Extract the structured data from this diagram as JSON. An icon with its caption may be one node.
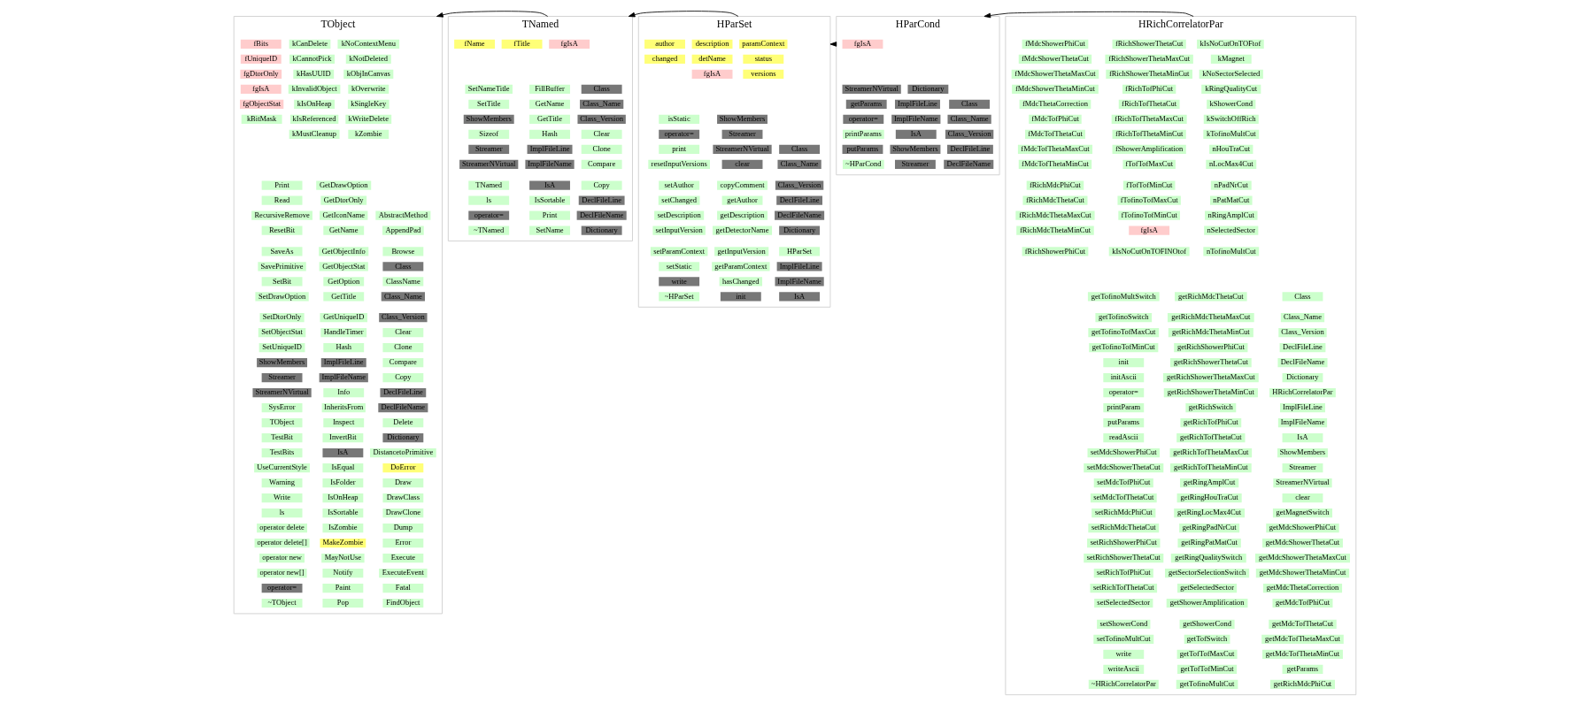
{
  "diagram": {
    "nodes": [
      {
        "text": [
          "TObject"
        ]
      },
      {
        "text": [
          "kNoContextMenu"
        ],
        "in": 0
      },
      {
        "text": [
          "kNotDeleted"
        ],
        "in": 0
      },
      {
        "text": [
          "kObjInCanvas"
        ],
        "in": 0
      },
      {
        "text": [
          "kOverwrite"
        ],
        "in": 0
      },
      {
        "text": [
          "kSingleKey"
        ],
        "in": 0
      },
      {
        "text": [
          "kWriteDelete"
        ],
        "in": 0
      },
      {
        "text": [
          "kZombie"
        ],
        "in": 0
      },
      {
        "text": [
          "kCanDelete"
        ],
        "in": 0
      },
      {
        "text": [
          "kCannotPick"
        ],
        "in": 0
      },
      {
        "text": [
          "kHasUUID"
        ],
        "in": 0
      },
      {
        "text": [
          "kInvalidObject"
        ],
        "in": 0
      },
      {
        "text": [
          "kIsOnHeap"
        ],
        "in": 0
      },
      {
        "text": [
          "kIsReferenced"
        ],
        "in": 0
      },
      {
        "text": [
          "kMustCleanup"
        ],
        "in": 0
      },
      {
        "text": [
          "fBits"
        ],
        "in": 0
      },
      {
        "text": [
          "fUniqueID"
        ],
        "in": 0
      },
      {
        "text": [
          "fgDtorOnly"
        ],
        "in": 0
      },
      {
        "text": [
          "fgIsA"
        ],
        "in": 0
      },
      {
        "text": [
          "fgObjectStat"
        ],
        "in": 0
      },
      {
        "text": [
          "kBitMask"
        ],
        "in": 0
      },
      {
        "text": [
          "Print"
        ],
        "in": 0
      },
      {
        "text": [
          "Read"
        ],
        "in": 0
      },
      {
        "text": [
          "RecursiveRemove"
        ],
        "in": 0
      },
      {
        "text": [
          "ResetBit"
        ],
        "in": 0
      },
      {
        "text": [
          "SaveAs"
        ],
        "in": 0
      },
      {
        "text": [
          "SavePrimitive"
        ],
        "in": 0
      },
      {
        "text": [
          "SetBit"
        ],
        "in": 0
      },
      {
        "text": [
          "SetDrawOption"
        ],
        "in": 0
      },
      {
        "text": [
          "SetDtorOnly"
        ],
        "in": 0
      },
      {
        "text": [
          "SetObjectStat"
        ],
        "in": 0
      },
      {
        "text": [
          "SetUniqueID"
        ],
        "in": 0
      },
      {
        "text": [
          "ShowMembers"
        ],
        "in": 0
      },
      {
        "text": [
          "Streamer"
        ],
        "in": 0
      },
      {
        "text": [
          "StreamerNVirtual"
        ],
        "in": 0
      },
      {
        "text": [
          "SysError"
        ],
        "in": 0
      },
      {
        "text": [
          "TObject"
        ],
        "in": 0
      },
      {
        "text": [
          "TestBit"
        ],
        "in": 0
      },
      {
        "text": [
          "TestBits"
        ],
        "in": 0
      },
      {
        "text": [
          "UseCurrentStyle"
        ],
        "in": 0
      },
      {
        "text": [
          "Warning"
        ],
        "in": 0
      },
      {
        "text": [
          "Write"
        ],
        "in": 0
      },
      {
        "text": [
          "ls"
        ],
        "in": 0
      },
      {
        "text": [
          "operator delete"
        ],
        "in": 0
      },
      {
        "text": [
          "operator delete[]"
        ],
        "in": 0
      },
      {
        "text": [
          "operator new"
        ],
        "in": 0
      },
      {
        "text": [
          "operator new[]"
        ],
        "in": 0
      },
      {
        "text": [
          "operator="
        ],
        "in": 0
      },
      {
        "text": [
          "~TObject"
        ],
        "in": 0
      },
      {
        "text": [
          "GetDrawOption"
        ],
        "in": 0
      },
      {
        "text": [
          "GetDtorOnly"
        ],
        "in": 0
      },
      {
        "text": [
          "GetIconName"
        ],
        "in": 0
      },
      {
        "text": [
          "GetName"
        ],
        "in": 0
      },
      {
        "text": [
          "GetObjectInfo"
        ],
        "in": 0
      },
      {
        "text": [
          "GetObjectStat"
        ],
        "in": 0
      },
      {
        "text": [
          "GetOption"
        ],
        "in": 0
      },
      {
        "text": [
          "GetTitle"
        ],
        "in": 0
      },
      {
        "text": [
          "GetUniqueID"
        ],
        "in": 0
      },
      {
        "text": [
          "HandleTimer"
        ],
        "in": 0
      },
      {
        "text": [
          "Hash"
        ],
        "in": 0
      },
      {
        "text": [
          "ImplFileLine"
        ],
        "in": 0
      },
      {
        "text": [
          "ImplFileName"
        ],
        "in": 0
      },
      {
        "text": [
          "Info"
        ],
        "in": 0
      },
      {
        "text": [
          "InheritsFrom"
        ],
        "in": 0
      },
      {
        "text": [
          "Inspect"
        ],
        "in": 0
      },
      {
        "text": [
          "InvertBit"
        ],
        "in": 0
      },
      {
        "text": [
          "IsA"
        ],
        "in": 0
      },
      {
        "text": [
          "IsEqual"
        ],
        "in": 0
      },
      {
        "text": [
          "IsFolder"
        ],
        "in": 0
      },
      {
        "text": [
          "IsOnHeap"
        ],
        "in": 0
      },
      {
        "text": [
          "IsSortable"
        ],
        "in": 0
      },
      {
        "text": [
          "IsZombie"
        ],
        "in": 0
      },
      {
        "text": [
          "MakeZombie"
        ],
        "in": 0
      },
      {
        "text": [
          "MayNotUse"
        ],
        "in": 0
      },
      {
        "text": [
          "Notify"
        ],
        "in": 0
      },
      {
        "text": [
          "Paint"
        ],
        "in": 0
      },
      {
        "text": [
          "Pop"
        ],
        "in": 0
      },
      {
        "text": [
          "AbstractMethod"
        ],
        "in": 0
      },
      {
        "text": [
          "AppendPad"
        ],
        "in": 0
      },
      {
        "text": [
          "Browse"
        ],
        "in": 0
      },
      {
        "text": [
          "Class"
        ],
        "in": 0
      },
      {
        "text": [
          "ClassName"
        ],
        "in": 0
      },
      {
        "text": [
          "Class_Name"
        ],
        "in": 0
      },
      {
        "text": [
          "Class_Version"
        ],
        "in": 0
      },
      {
        "text": [
          "Clear"
        ],
        "in": 0
      },
      {
        "text": [
          "Clone"
        ],
        "in": 0
      },
      {
        "text": [
          "Compare"
        ],
        "in": 0
      },
      {
        "text": [
          "Copy"
        ],
        "in": 0
      },
      {
        "text": [
          "DeclFileLine"
        ],
        "in": 0
      },
      {
        "text": [
          "DeclFileName"
        ],
        "in": 0
      },
      {
        "text": [
          "Delete"
        ],
        "in": 0
      },
      {
        "text": [
          "Dictionary"
        ],
        "in": 0
      },
      {
        "text": [
          "DistancetoPrimitive"
        ],
        "in": 0
      },
      {
        "text": [
          "DoError"
        ],
        "in": 0
      },
      {
        "text": [
          "Draw"
        ],
        "in": 0
      },
      {
        "text": [
          "DrawClass"
        ],
        "in": 0
      },
      {
        "text": [
          "DrawClone"
        ],
        "in": 0
      },
      {
        "text": [
          "Dump"
        ],
        "in": 0
      },
      {
        "text": [
          "Error"
        ],
        "in": 0
      },
      {
        "text": [
          "Execute"
        ],
        "in": 0
      },
      {
        "text": [
          "ExecuteEvent"
        ],
        "in": 0
      },
      {
        "text": [
          "Fatal"
        ],
        "in": 0
      },
      {
        "text": [
          "FindObject"
        ],
        "in": 0
      },
      {
        "text": [
          "TNamed"
        ]
      },
      {
        "text": [
          "fgIsA"
        ],
        "in": 103
      },
      {
        "text": [
          "fTitle"
        ],
        "in": 103
      },
      {
        "text": [
          "fName"
        ],
        "in": 103
      },
      {
        "text": [
          "SetNameTitle"
        ],
        "in": 103
      },
      {
        "text": [
          "SetTitle"
        ],
        "in": 103
      },
      {
        "text": [
          "ShowMembers"
        ],
        "in": 103
      },
      {
        "text": [
          "Sizeof"
        ],
        "in": 103
      },
      {
        "text": [
          "Streamer"
        ],
        "in": 103
      },
      {
        "text": [
          "StreamerNVirtual"
        ],
        "in": 103
      },
      {
        "text": [
          "TNamed"
        ],
        "in": 103
      },
      {
        "text": [
          "ls"
        ],
        "in": 103
      },
      {
        "text": [
          "operator="
        ],
        "in": 103
      },
      {
        "text": [
          "~TNamed"
        ],
        "in": 103
      },
      {
        "text": [
          "FillBuffer"
        ],
        "in": 103
      },
      {
        "text": [
          "GetName"
        ],
        "in": 103
      },
      {
        "text": [
          "GetTitle"
        ],
        "in": 103
      },
      {
        "text": [
          "Hash"
        ],
        "in": 103
      },
      {
        "text": [
          "ImplFileLine"
        ],
        "in": 103
      },
      {
        "text": [
          "ImplFileName"
        ],
        "in": 103
      },
      {
        "text": [
          "IsA"
        ],
        "in": 103
      },
      {
        "text": [
          "IsSortable"
        ],
        "in": 103
      },
      {
        "text": [
          "Print"
        ],
        "in": 103
      },
      {
        "text": [
          "SetName"
        ],
        "in": 103
      },
      {
        "text": [
          "Class"
        ],
        "in": 103
      },
      {
        "text": [
          "Class_Name"
        ],
        "in": 103
      },
      {
        "text": [
          "Class_Version"
        ],
        "in": 103
      },
      {
        "text": [
          "Clear"
        ],
        "in": 103
      },
      {
        "text": [
          "Clone"
        ],
        "in": 103
      },
      {
        "text": [
          "Compare"
        ],
        "in": 103
      },
      {
        "text": [
          "Copy"
        ],
        "in": 103
      },
      {
        "text": [
          "DeclFileLine"
        ],
        "in": 103
      },
      {
        "text": [
          "DeclFileName"
        ],
        "in": 103
      },
      {
        "text": [
          "Dictionary"
        ],
        "in": 103
      },
      {
        "text": [
          "HParSet"
        ]
      },
      {
        "text": [
          "paramContext"
        ],
        "in": 137
      },
      {
        "text": [
          "status"
        ],
        "in": 137
      },
      {
        "text": [
          "versions"
        ],
        "in": 137
      },
      {
        "text": [
          "description"
        ],
        "in": 137
      },
      {
        "text": [
          "detName"
        ],
        "in": 137
      },
      {
        "text": [
          "fgIsA"
        ],
        "in": 137
      },
      {
        "text": [
          "author"
        ],
        "in": 137
      },
      {
        "text": [
          "changed"
        ],
        "in": 137
      },
      {
        "text": [
          "isStatic"
        ],
        "in": 137
      },
      {
        "text": [
          "operator="
        ],
        "in": 137
      },
      {
        "text": [
          "print"
        ],
        "in": 137
      },
      {
        "text": [
          "resetInputVersions"
        ],
        "in": 137
      },
      {
        "text": [
          "setAuthor"
        ],
        "in": 137
      },
      {
        "text": [
          "setChanged"
        ],
        "in": 137
      },
      {
        "text": [
          "setDescription"
        ],
        "in": 137
      },
      {
        "text": [
          "setInputVersion"
        ],
        "in": 137
      },
      {
        "text": [
          "setParamContext"
        ],
        "in": 137
      },
      {
        "text": [
          "setStatic"
        ],
        "in": 137
      },
      {
        "text": [
          "write"
        ],
        "in": 137
      },
      {
        "text": [
          "~HParSet"
        ],
        "in": 137
      },
      {
        "text": [
          "ShowMembers"
        ],
        "in": 137
      },
      {
        "text": [
          "Streamer"
        ],
        "in": 137
      },
      {
        "text": [
          "StreamerNVirtual"
        ],
        "in": 137
      },
      {
        "text": [
          "clear"
        ],
        "in": 137
      },
      {
        "text": [
          "copyComment"
        ],
        "in": 137
      },
      {
        "text": [
          "getAuthor"
        ],
        "in": 137
      },
      {
        "text": [
          "getDescription"
        ],
        "in": 137
      },
      {
        "text": [
          "getDetectorName"
        ],
        "in": 137
      },
      {
        "text": [
          "getInputVersion"
        ],
        "in": 137
      },
      {
        "text": [
          "getParamContext"
        ],
        "in": 137
      },
      {
        "text": [
          "hasChanged"
        ],
        "in": 137
      },
      {
        "text": [
          "init"
        ],
        "in": 137
      },
      {
        "text": [
          "Class"
        ],
        "in": 137
      },
      {
        "text": [
          "Class_Name"
        ],
        "in": 137
      },
      {
        "text": [
          "Class_Version"
        ],
        "in": 137
      },
      {
        "text": [
          "DeclFileLine"
        ],
        "in": 137
      },
      {
        "text": [
          "DeclFileName"
        ],
        "in": 137
      },
      {
        "text": [
          "Dictionary"
        ],
        "in": 137
      },
      {
        "text": [
          "HParSet"
        ],
        "in": 137
      },
      {
        "text": [
          "ImplFileLine"
        ],
        "in": 137
      },
      {
        "text": [
          "ImplFileName"
        ],
        "in": 137
      },
      {
        "text": [
          "IsA"
        ],
        "in": 137
      },
      {
        "text": [
          "HParCond"
        ]
      },
      {
        "text": [
          "fgIsA"
        ],
        "in": 180
      },
      {
        "text": [
          "StreamerNVirtual"
        ],
        "in": 180
      },
      {
        "text": [
          "getParams"
        ],
        "in": 180
      },
      {
        "text": [
          "operator="
        ],
        "in": 180
      },
      {
        "text": [
          "printParams"
        ],
        "in": 180
      },
      {
        "text": [
          "putParams"
        ],
        "in": 180
      },
      {
        "text": [
          "~HParCond"
        ],
        "in": 180
      },
      {
        "text": [
          "Dictionary"
        ],
        "in": 180
      },
      {
        "text": [
          "ImplFileLine"
        ],
        "in": 180
      },
      {
        "text": [
          "ImplFileName"
        ],
        "in": 180
      },
      {
        "text": [
          "IsA"
        ],
        "in": 180
      },
      {
        "text": [
          "ShowMembers"
        ],
        "in": 180
      },
      {
        "text": [
          "Streamer"
        ],
        "in": 180
      },
      {
        "text": [
          "Class"
        ],
        "in": 180
      },
      {
        "text": [
          "Class_Name"
        ],
        "in": 180
      },
      {
        "text": [
          "Class_Version"
        ],
        "in": 180
      },
      {
        "text": [
          "DeclFileLine"
        ],
        "in": 180
      },
      {
        "text": [
          "DeclFileName"
        ],
        "in": 180
      },
      {
        "text": [
          "HRichCorrelatorPar"
        ]
      },
      {
        "text": [
          "kIsNoCutOnTOFtof"
        ],
        "in": 199
      },
      {
        "text": [
          "kMagnet"
        ],
        "in": 199
      },
      {
        "text": [
          "kNoSectorSelected"
        ],
        "in": 199
      },
      {
        "text": [
          "kRingQualityCut"
        ],
        "in": 199
      },
      {
        "text": [
          "kShowerCond"
        ],
        "in": 199
      },
      {
        "text": [
          "kSwitchOffRich"
        ],
        "in": 199
      },
      {
        "text": [
          "kTofinoMultCut"
        ],
        "in": 199
      },
      {
        "text": [
          "nHouTraCut"
        ],
        "in": 199
      },
      {
        "text": [
          "nLocMax4Cut"
        ],
        "in": 199
      },
      {
        "text": [
          "nPadNrCut"
        ],
        "in": 199
      },
      {
        "text": [
          "nPatMatCut"
        ],
        "in": 199
      },
      {
        "text": [
          "nRingAmplCut"
        ],
        "in": 199
      },
      {
        "text": [
          "nSelectedSector"
        ],
        "in": 199
      },
      {
        "text": [
          "nTofinoMultCut"
        ],
        "in": 199
      },
      {
        "text": [
          "fRichShowerThetaCut"
        ],
        "in": 199
      },
      {
        "text": [
          "fRichShowerThetaMaxCut"
        ],
        "in": 199
      },
      {
        "text": [
          "fRichShowerThetaMinCut"
        ],
        "in": 199
      },
      {
        "text": [
          "fRichTofPhiCut"
        ],
        "in": 199
      },
      {
        "text": [
          "fRichTofThetaCut"
        ],
        "in": 199
      },
      {
        "text": [
          "fRichTofThetaMaxCut"
        ],
        "in": 199
      },
      {
        "text": [
          "fRichTofThetaMinCut"
        ],
        "in": 199
      },
      {
        "text": [
          "fShowerAmplification"
        ],
        "in": 199
      },
      {
        "text": [
          "fTofTofMaxCut"
        ],
        "in": 199
      },
      {
        "text": [
          "fTofTofMinCut"
        ],
        "in": 199
      },
      {
        "text": [
          "fTofinoTofMaxCut"
        ],
        "in": 199
      },
      {
        "text": [
          "fTofinoTofMinCut"
        ],
        "in": 199
      },
      {
        "text": [
          "fgIsA"
        ],
        "in": 199
      },
      {
        "text": [
          "kIsNoCutOnTOFINOtof"
        ],
        "in": 199
      },
      {
        "text": [
          "fMdcShowerPhiCut"
        ],
        "in": 199
      },
      {
        "text": [
          "fMdcShowerThetaCut"
        ],
        "in": 199
      },
      {
        "text": [
          "fMdcShowerThetaMaxCut"
        ],
        "in": 199
      },
      {
        "text": [
          "fMdcShowerThetaMinCut"
        ],
        "in": 199
      },
      {
        "text": [
          "fMdcThetaCorrection"
        ],
        "in": 199
      },
      {
        "text": [
          "fMdcTofPhiCut"
        ],
        "in": 199
      },
      {
        "text": [
          "fMdcTofThetaCut"
        ],
        "in": 199
      },
      {
        "text": [
          "fMdcTofThetaMaxCut"
        ],
        "in": 199
      },
      {
        "text": [
          "fMdcTofThetaMinCut"
        ],
        "in": 199
      },
      {
        "text": [
          "fRichMdcPhiCut"
        ],
        "in": 199
      },
      {
        "text": [
          "fRichMdcThetaCut"
        ],
        "in": 199
      },
      {
        "text": [
          "fRichMdcThetaMaxCut"
        ],
        "in": 199
      },
      {
        "text": [
          "fRichMdcThetaMinCut"
        ],
        "in": 199
      },
      {
        "text": [
          "fRichShowerPhiCut"
        ],
        "in": 199
      },
      {
        "text": [
          "getTofinoMultSwitch"
        ],
        "in": 199
      },
      {
        "text": [
          "getTofinoSwitch"
        ],
        "in": 199
      },
      {
        "text": [
          "getTofinoTofMaxCut"
        ],
        "in": 199
      },
      {
        "text": [
          "getTofinoTofMinCut"
        ],
        "in": 199
      },
      {
        "text": [
          "init"
        ],
        "in": 199
      },
      {
        "text": [
          "initAscii"
        ],
        "in": 199
      },
      {
        "text": [
          "operator="
        ],
        "in": 199
      },
      {
        "text": [
          "printParam"
        ],
        "in": 199
      },
      {
        "text": [
          "putParams"
        ],
        "in": 199
      },
      {
        "text": [
          "readAscii"
        ],
        "in": 199
      },
      {
        "text": [
          "setMdcShowerPhiCut"
        ],
        "in": 199
      },
      {
        "text": [
          "setMdcShowerThetaCut"
        ],
        "in": 199
      },
      {
        "text": [
          "setMdcTofPhiCut"
        ],
        "in": 199
      },
      {
        "text": [
          "setMdcTofThetaCut"
        ],
        "in": 199
      },
      {
        "text": [
          "setRichMdcPhiCut"
        ],
        "in": 199
      },
      {
        "text": [
          "setRichMdcThetaCut"
        ],
        "in": 199
      },
      {
        "text": [
          "setRichShowerPhiCut"
        ],
        "in": 199
      },
      {
        "text": [
          "setRichShowerThetaCut"
        ],
        "in": 199
      },
      {
        "text": [
          "setRichTofPhiCut"
        ],
        "in": 199
      },
      {
        "text": [
          "setRichTofThetaCut"
        ],
        "in": 199
      },
      {
        "text": [
          "setSelectedSector"
        ],
        "in": 199
      },
      {
        "text": [
          "setShowerCond"
        ],
        "in": 199
      },
      {
        "text": [
          "setTofinoMultCut"
        ],
        "in": 199
      },
      {
        "text": [
          "write"
        ],
        "in": 199
      },
      {
        "text": [
          "writeAscii"
        ],
        "in": 199
      },
      {
        "text": [
          "~HRichCorrelatorPar"
        ],
        "in": 199
      },
      {
        "text": [
          "getRichMdcThetaCut"
        ],
        "in": 199
      },
      {
        "text": [
          "getRichMdcThetaMaxCut"
        ],
        "in": 199
      },
      {
        "text": [
          "getRichMdcThetaMinCut"
        ],
        "in": 199
      },
      {
        "text": [
          "getRichShowerPhiCut"
        ],
        "in": 199
      },
      {
        "text": [
          "getRichShowerThetaCut"
        ],
        "in": 199
      },
      {
        "text": [
          "getRichShowerThetaMaxCut"
        ],
        "in": 199
      },
      {
        "text": [
          "getRichShowerThetaMinCut"
        ],
        "in": 199
      },
      {
        "text": [
          "getRichSwitch"
        ],
        "in": 199
      },
      {
        "text": [
          "getRichTofPhiCut"
        ],
        "in": 199
      },
      {
        "text": [
          "getRichTofThetaCut"
        ],
        "in": 199
      },
      {
        "text": [
          "getRichTofThetaMaxCut"
        ],
        "in": 199
      },
      {
        "text": [
          "getRichTofThetaMinCut"
        ],
        "in": 199
      },
      {
        "text": [
          "getRingAmplCut"
        ],
        "in": 199
      },
      {
        "text": [
          "getRingHouTraCut"
        ],
        "in": 199
      },
      {
        "text": [
          "getRingLocMax4Cut"
        ],
        "in": 199
      },
      {
        "text": [
          "getRingPadNrCut"
        ],
        "in": 199
      },
      {
        "text": [
          "getRingPatMatCut"
        ],
        "in": 199
      },
      {
        "text": [
          "getRingQualitySwitch"
        ],
        "in": 199
      },
      {
        "text": [
          "getSectorSelectionSwitch"
        ],
        "in": 199
      },
      {
        "text": [
          "getSelectedSector"
        ],
        "in": 199
      },
      {
        "text": [
          "getShowerAmplification"
        ],
        "in": 199
      },
      {
        "text": [
          "getShowerCond"
        ],
        "in": 199
      },
      {
        "text": [
          "getTofSwitch"
        ],
        "in": 199
      },
      {
        "text": [
          "getTofTofMaxCut"
        ],
        "in": 199
      },
      {
        "text": [
          "getTofTofMinCut"
        ],
        "in": 199
      },
      {
        "text": [
          "getTofinoMultCut"
        ],
        "in": 199
      },
      {
        "text": [
          "Class"
        ],
        "in": 199
      },
      {
        "text": [
          "Class_Name"
        ],
        "in": 199
      },
      {
        "text": [
          "Class_Version"
        ],
        "in": 199
      },
      {
        "text": [
          "DeclFileLine"
        ],
        "in": 199
      },
      {
        "text": [
          "DeclFileName"
        ],
        "in": 199
      },
      {
        "text": [
          "Dictionary"
        ],
        "in": 199
      },
      {
        "text": [
          "HRichCorrelatorPar"
        ],
        "in": 199
      },
      {
        "text": [
          "ImplFileLine"
        ],
        "in": 199
      },
      {
        "text": [
          "ImplFileName"
        ],
        "in": 199
      },
      {
        "text": [
          "IsA"
        ],
        "in": 199
      },
      {
        "text": [
          "ShowMembers"
        ],
        "in": 199
      },
      {
        "text": [
          "Streamer"
        ],
        "in": 199
      },
      {
        "text": [
          "StreamerNVirtual"
        ],
        "in": 199
      },
      {
        "text": [
          "clear"
        ],
        "in": 199
      },
      {
        "text": [
          "getMagnetSwitch"
        ],
        "in": 199
      },
      {
        "text": [
          "getMdcShowerPhiCut"
        ],
        "in": 199
      },
      {
        "text": [
          "getMdcShowerThetaCut"
        ],
        "in": 199
      },
      {
        "text": [
          "getMdcShowerThetaMaxCut"
        ],
        "in": 199
      },
      {
        "text": [
          "getMdcShowerThetaMinCut"
        ],
        "in": 199
      },
      {
        "text": [
          "getMdcThetaCorrection"
        ],
        "in": 199
      },
      {
        "text": [
          "getMdcTofPhiCut"
        ],
        "in": 199
      },
      {
        "text": [
          "getMdcTofThetaCut"
        ],
        "in": 199
      },
      {
        "text": [
          "getMdcTofThetaMaxCut"
        ],
        "in": 199
      },
      {
        "text": [
          "getMdcTofThetaMinCut"
        ],
        "in": 199
      },
      {
        "text": [
          "getParams"
        ],
        "in": 199
      },
      {
        "text": [
          "getRichMdcPhiCut"
        ],
        "in": 199
      }
    ],
    "edges": [
      {
        "from": 103,
        "to": 0,
        "arrow": "to"
      },
      {
        "from": 137,
        "to": 103,
        "arrow": "to"
      },
      {
        "from": 180,
        "to": 137,
        "arrow": "to"
      },
      {
        "from": 199,
        "to": 180,
        "arrow": "to"
      }
    ]
  }
}
